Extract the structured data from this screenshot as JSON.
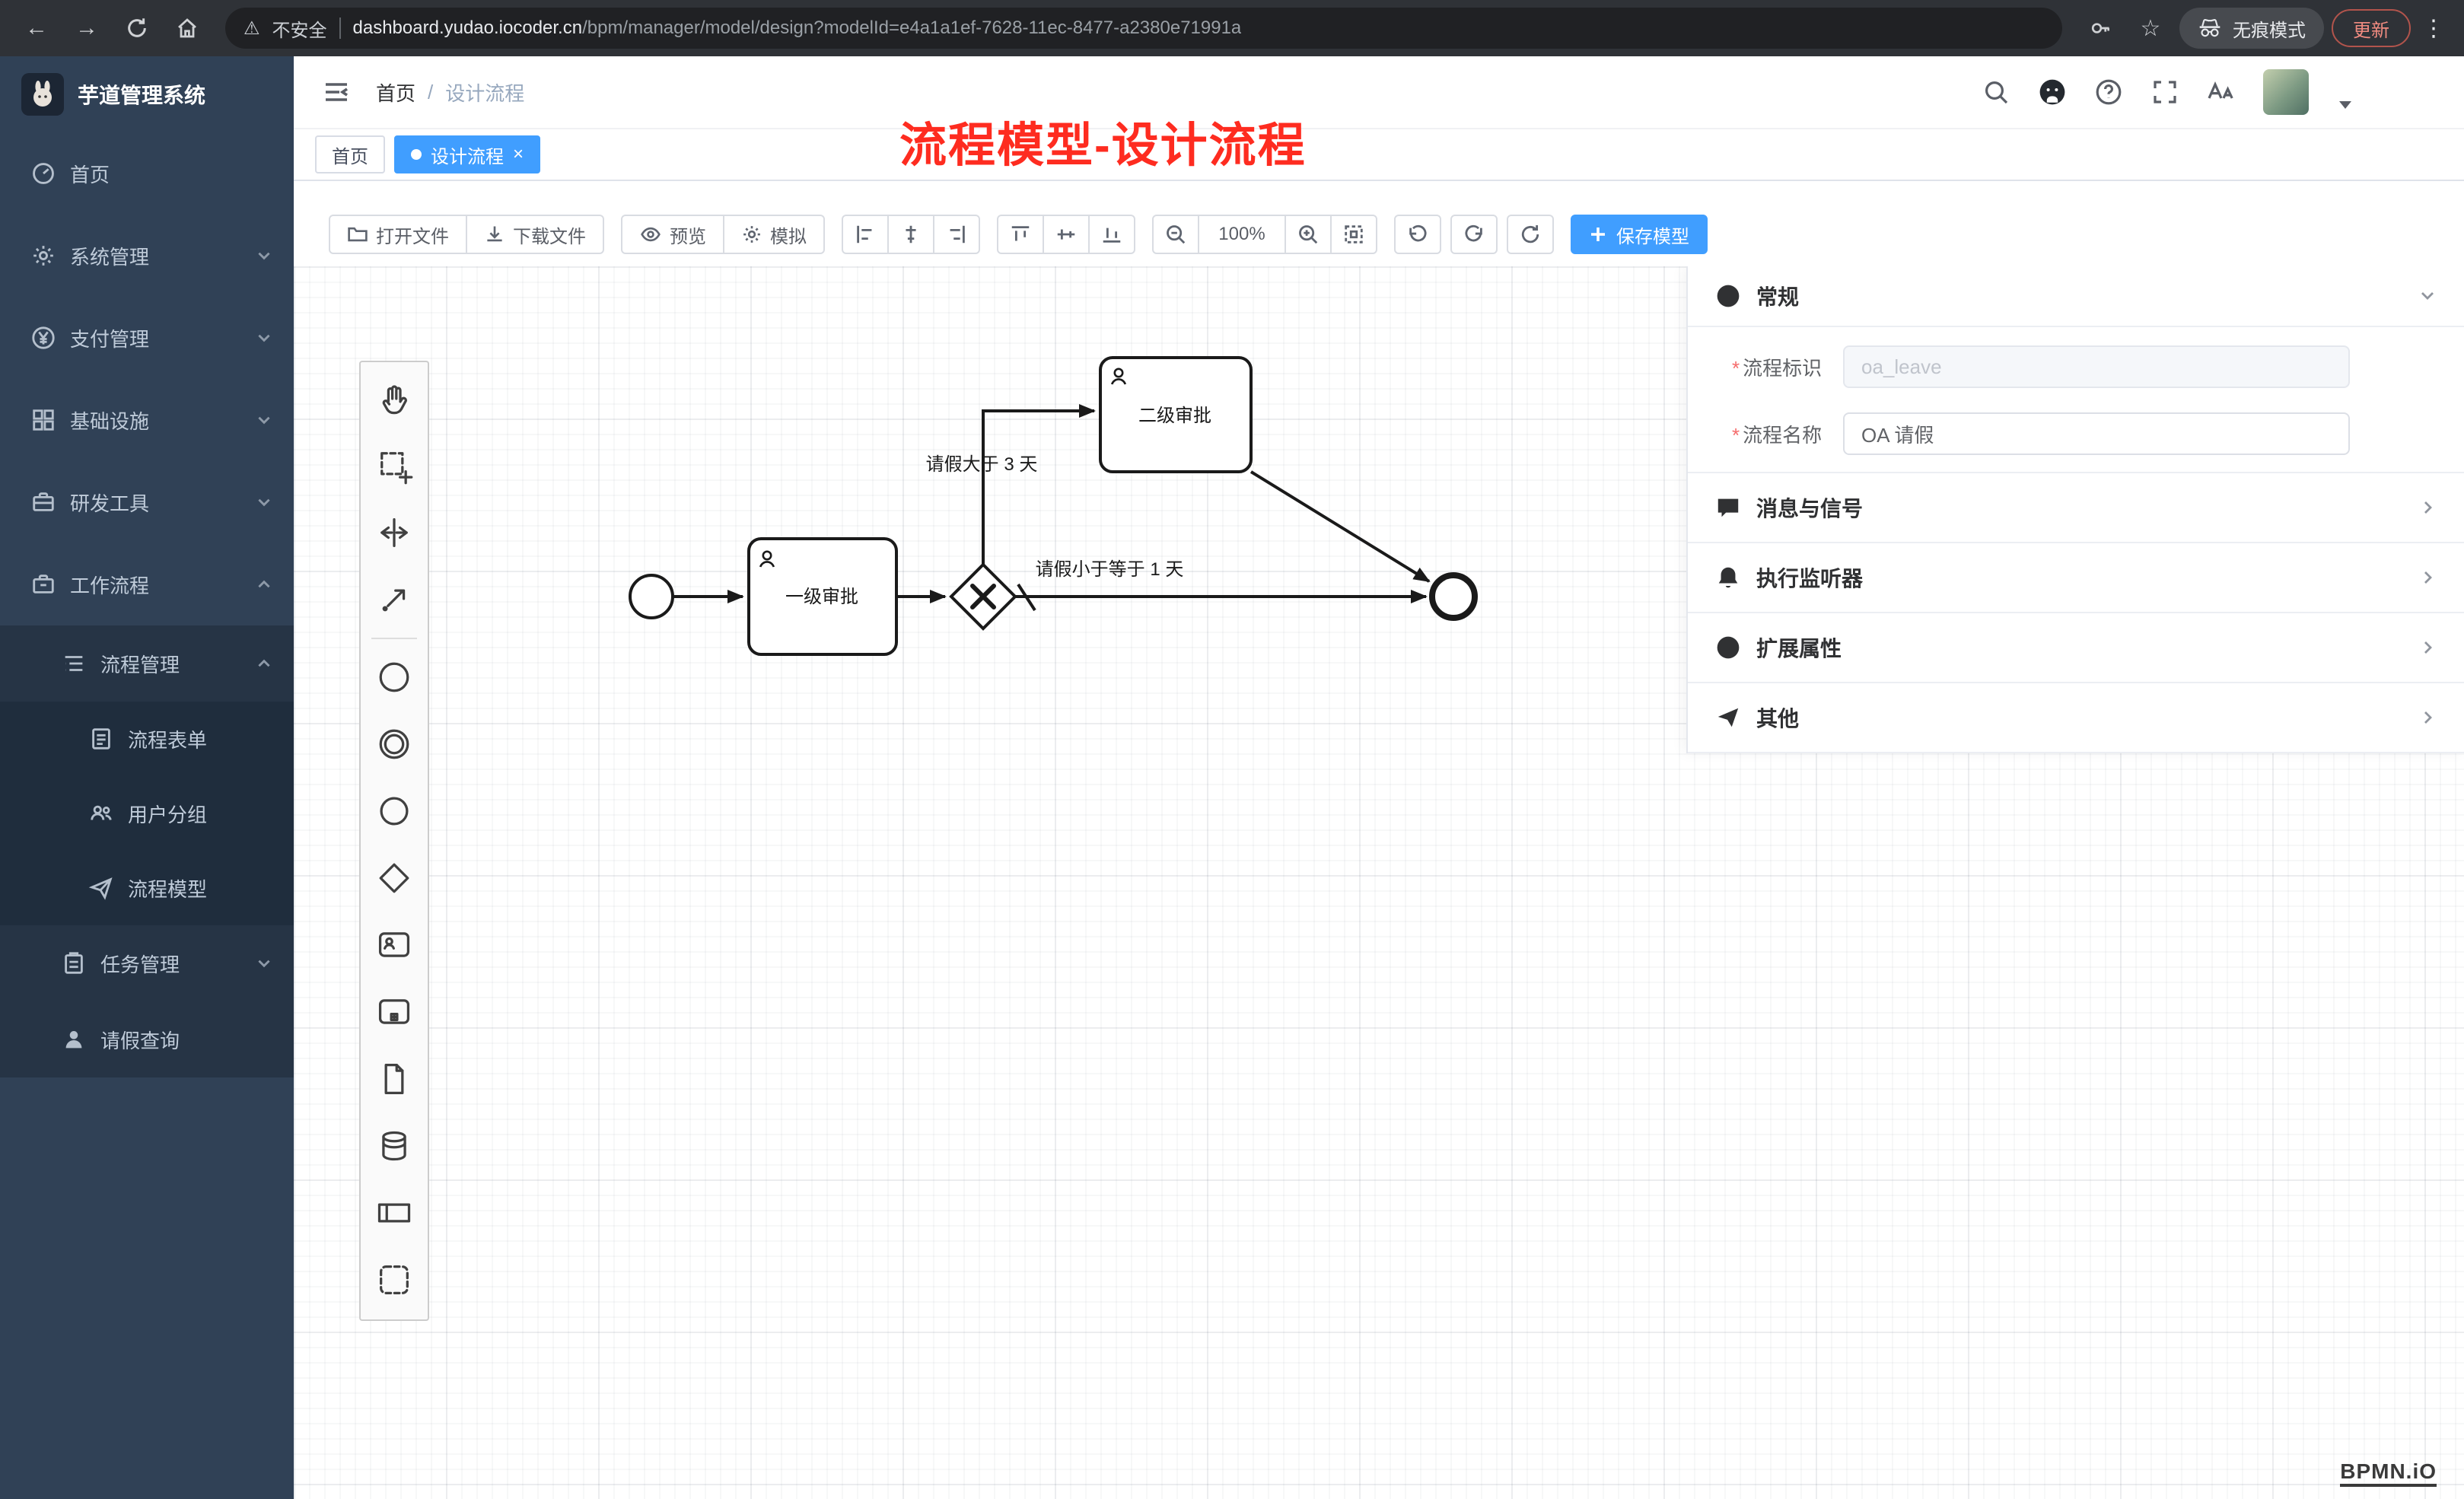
{
  "colors": {
    "accent": "#409eff",
    "annotation_red": "#fe2c20",
    "sidebar_bg": "#304156"
  },
  "browser": {
    "security_label": "不安全",
    "url_host": "dashboard.yudao.iocoder.cn",
    "url_path": "/bpm/manager/model/design?modelId=e4a1a1ef-7628-11ec-8477-a2380e71991a",
    "incognito_label": "无痕模式",
    "update_label": "更新"
  },
  "sidebar": {
    "app_title": "芋道管理系统",
    "items": [
      {
        "label": "首页",
        "icon": "dashboard"
      },
      {
        "label": "系统管理",
        "icon": "gear",
        "chevron": "down"
      },
      {
        "label": "支付管理",
        "icon": "yen",
        "chevron": "down"
      },
      {
        "label": "基础设施",
        "icon": "grid",
        "chevron": "down"
      },
      {
        "label": "研发工具",
        "icon": "toolbox",
        "chevron": "down"
      },
      {
        "label": "工作流程",
        "icon": "briefcase",
        "chevron": "up"
      },
      {
        "label": "流程管理",
        "icon": "tree-list",
        "chevron": "up"
      },
      {
        "label": "流程表单",
        "icon": "document"
      },
      {
        "label": "用户分组",
        "icon": "user-group"
      },
      {
        "label": "流程模型",
        "icon": "send"
      },
      {
        "label": "任务管理",
        "icon": "clipboard",
        "chevron": "down"
      },
      {
        "label": "请假查询",
        "icon": "user"
      }
    ]
  },
  "header": {
    "breadcrumb_home": "首页",
    "breadcrumb_sep": "/",
    "breadcrumb_current": "设计流程",
    "icons": [
      "search",
      "github",
      "help",
      "fullscreen",
      "font-size",
      "avatar"
    ]
  },
  "tabs": {
    "tab_home": "首页",
    "tab_active": "设计流程",
    "close_glyph": "×"
  },
  "annotation": "流程模型-设计流程",
  "toolbar": {
    "open_file": "打开文件",
    "download_file": "下载文件",
    "preview": "预览",
    "simulate": "模拟",
    "zoom_level": "100%",
    "save_model": "保存模型",
    "icon_buttons": [
      "align-left",
      "align-center-h",
      "align-right",
      "align-top",
      "align-middle-v",
      "align-bottom",
      "zoom-out",
      "zoom-in",
      "zoom-fit",
      "undo",
      "redo",
      "restart"
    ]
  },
  "palette": {
    "tools": [
      "hand-tool",
      "lasso-tool",
      "space-tool",
      "global-connect-tool"
    ],
    "elements": [
      "start-event",
      "intermediate-event",
      "end-event",
      "exclusive-gateway",
      "user-task",
      "subprocess",
      "data-object",
      "data-store",
      "participant",
      "group"
    ]
  },
  "diagram": {
    "task1_label": "一级审批",
    "task2_label": "二级审批",
    "flow_condition_gt": "请假大于 3 天",
    "flow_condition_le": "请假小于等于 1 天"
  },
  "properties": {
    "required_mark": "*",
    "general_title": "常规",
    "fields": [
      {
        "label": "流程标识",
        "value": "oa_leave",
        "disabled": true
      },
      {
        "label": "流程名称",
        "value": "OA 请假",
        "disabled": false
      }
    ],
    "sections": [
      {
        "label": "消息与信号"
      },
      {
        "label": "执行监听器"
      },
      {
        "label": "扩展属性"
      },
      {
        "label": "其他"
      }
    ]
  },
  "watermark": "BPMN.iO"
}
